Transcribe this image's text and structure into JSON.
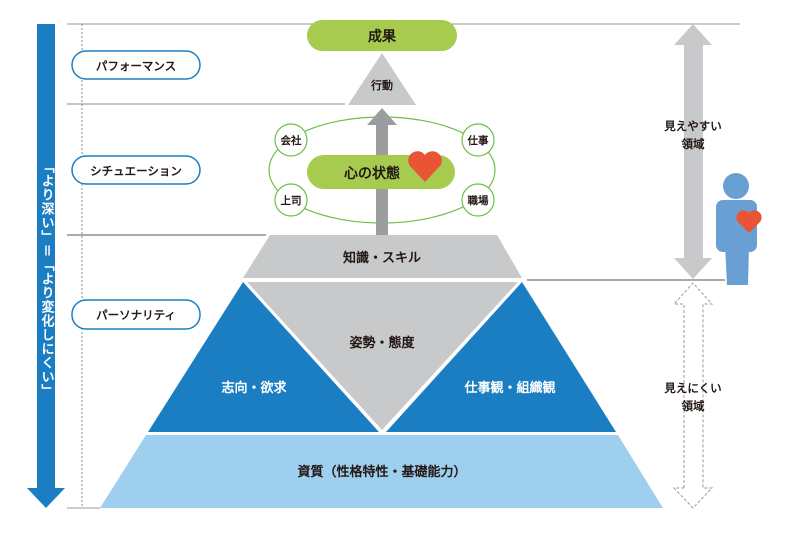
{
  "left_arrow": {
    "label": "「より深い」＝「より変化しにくい」"
  },
  "levels": [
    {
      "label": "パフォーマンス"
    },
    {
      "label": "シチュエーション"
    },
    {
      "label": "パーソナリティ"
    }
  ],
  "performance": {
    "result": "成果",
    "action": "行動"
  },
  "situation": {
    "center": "心の状態",
    "circles": [
      "会社",
      "仕事",
      "上司",
      "職場"
    ]
  },
  "personality": {
    "knowledge": "知識・スキル",
    "attitude": "姿勢・態度",
    "aspiration": "志向・欲求",
    "values": "仕事観・組織観",
    "base": "資質（性格特性・基礎能力）"
  },
  "visibility": {
    "visible": [
      "見えやすい",
      "領域"
    ],
    "invisible": [
      "見えにくい",
      "領域"
    ]
  },
  "colors": {
    "blue": "#1b7ec2",
    "light_blue": "#9ecfee",
    "green": "#a6cb4f",
    "gray": "#c8c9ca",
    "heart": "#e85434",
    "person": "#6a9fd4"
  }
}
